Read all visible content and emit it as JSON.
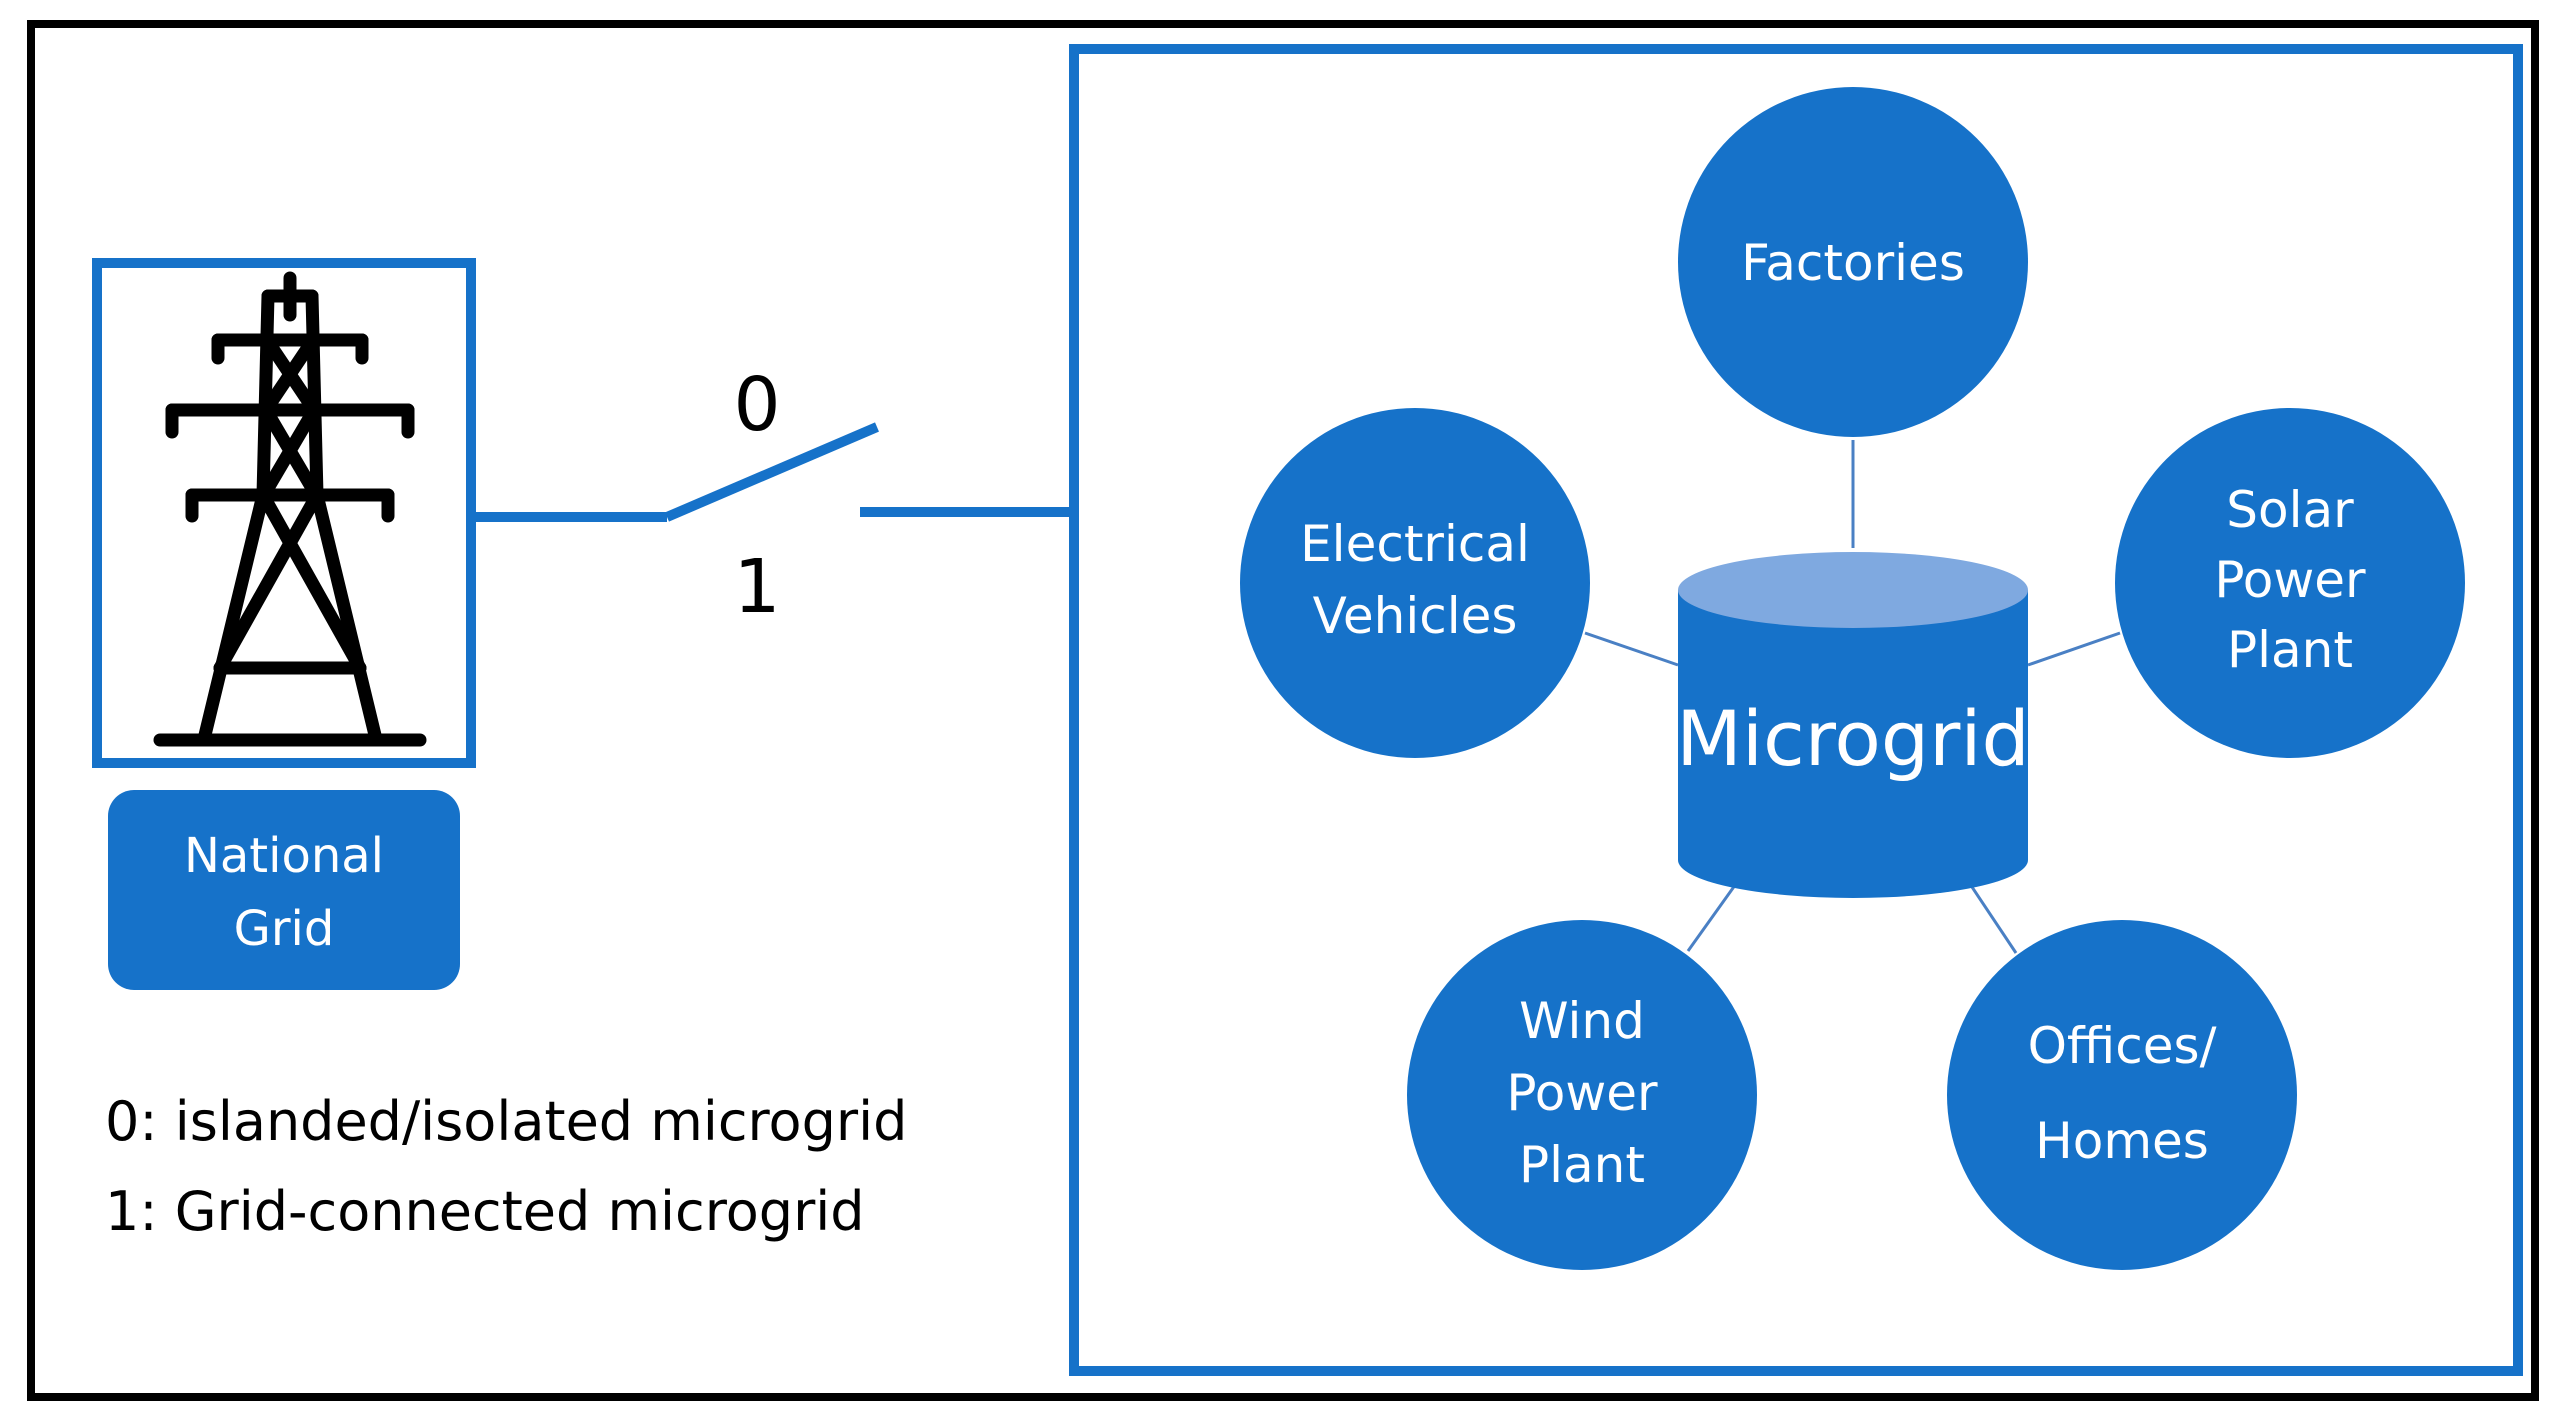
{
  "colors": {
    "primary": "#1672c9",
    "cylinder_top": "#7fa9e0",
    "outline": "#000000",
    "thin_line": "#4a80c4",
    "label_text": "#ffffff",
    "body_text": "#000000"
  },
  "national_grid": {
    "icon": "transmission-tower-icon",
    "label_line1": "National",
    "label_line2": "Grid"
  },
  "switch": {
    "state_open": "0",
    "state_closed": "1"
  },
  "legend": {
    "line1": "0: islanded/isolated microgrid",
    "line2": "1: Grid-connected microgrid"
  },
  "microgrid": {
    "center_label": "Microgrid",
    "nodes": {
      "factories": [
        "Factories"
      ],
      "electrical_vehicles": [
        "Electrical",
        "Vehicles"
      ],
      "solar_power_plant": [
        "Solar",
        "Power",
        "Plant"
      ],
      "wind_power_plant": [
        "Wind",
        "Power",
        "Plant"
      ],
      "offices_homes": [
        "Offices/",
        "Homes"
      ]
    }
  }
}
